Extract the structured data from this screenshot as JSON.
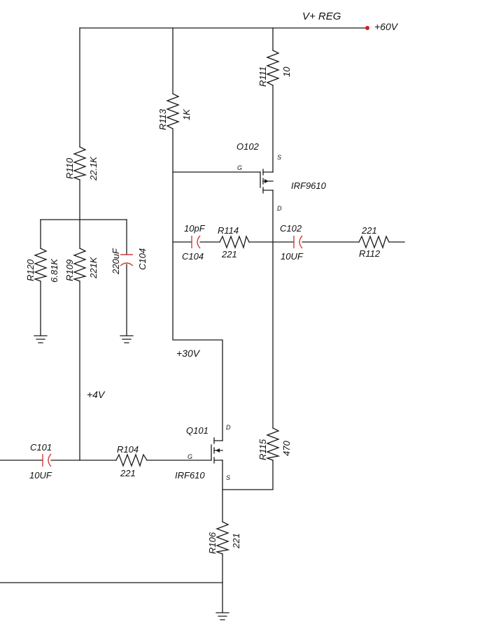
{
  "colors": {
    "wire": "#1a1a1a",
    "capacitor_plate": "#d43a3a",
    "text": "#111111",
    "background": "#ffffff"
  },
  "rails": {
    "supply_label": "V+ REG",
    "supply_value": "+60V",
    "mid_node": "+30V",
    "bias_node": "+4V"
  },
  "resistors": {
    "r111": {
      "ref": "R111",
      "value": "10"
    },
    "r113": {
      "ref": "R113",
      "value": "1K"
    },
    "r110": {
      "ref": "R110",
      "value": "22.1K"
    },
    "r120": {
      "ref": "R120",
      "value": "6.81K"
    },
    "r109": {
      "ref": "R109",
      "value": "221K"
    },
    "r114": {
      "ref": "R114",
      "value": "221"
    },
    "r112": {
      "ref": "R112",
      "value": "221"
    },
    "r104": {
      "ref": "R104",
      "value": "221"
    },
    "r115": {
      "ref": "R115",
      "value": "470"
    },
    "r106": {
      "ref": "R106",
      "value": "221"
    }
  },
  "capacitors": {
    "c104_bypass": {
      "ref": "C104",
      "value": "220uF"
    },
    "c104_feedback": {
      "ref": "C104",
      "value": "10pF"
    },
    "c102": {
      "ref": "C102",
      "value": "10UF"
    },
    "c101": {
      "ref": "C101",
      "value": "10UF"
    }
  },
  "transistors": {
    "q102": {
      "ref": "O102",
      "part": "IRF9610",
      "gate": "G",
      "source": "S",
      "drain": "D"
    },
    "q101": {
      "ref": "Q101",
      "part": "IRF610",
      "gate": "G",
      "source": "S",
      "drain": "D"
    }
  }
}
